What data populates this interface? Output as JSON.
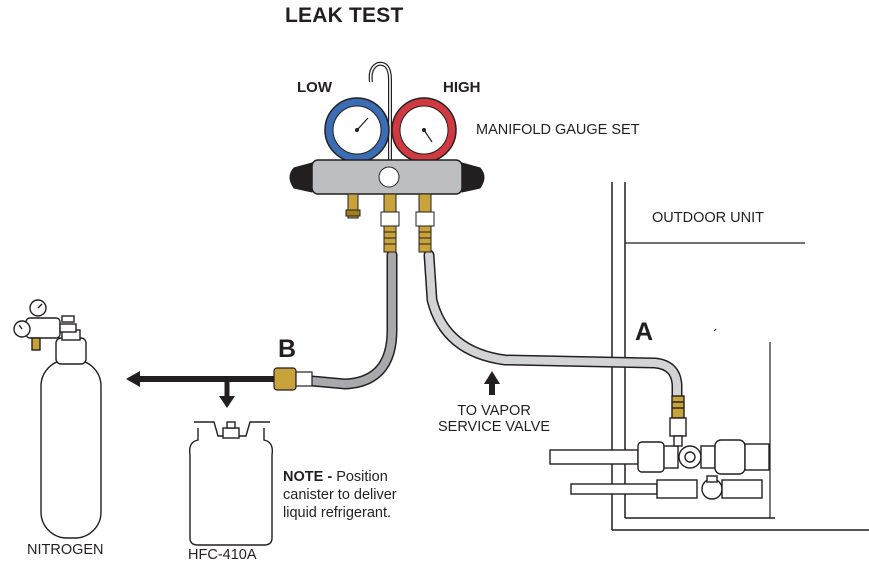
{
  "title": "LEAK TEST",
  "labels": {
    "low": "LOW",
    "high": "HIGH",
    "manifold": "MANIFOLD GAUGE SET",
    "outdoor_unit": "OUTDOOR UNIT",
    "point_a": "A",
    "point_b": "B",
    "vapor_line1": "TO VAPOR",
    "vapor_line2": "SERVICE VALVE",
    "nitrogen": "NITROGEN",
    "refrigerant": "HFC-410A"
  },
  "note": {
    "heading": "NOTE",
    "dash": "-",
    "text1": "Position",
    "text2": "canister to deliver",
    "text3": "liquid refrigerant."
  },
  "colors": {
    "low_gauge": "#3b6db5",
    "high_gauge": "#d0393f",
    "hose": "#d1d3d4",
    "brass": "#c8a23a",
    "outline": "#231f20"
  }
}
